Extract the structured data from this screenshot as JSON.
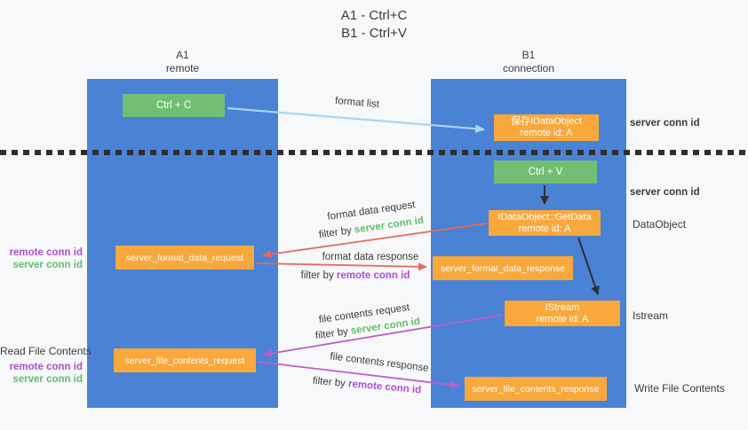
{
  "title": {
    "line1": "A1 - Ctrl+C",
    "line2": "B1 - Ctrl+V"
  },
  "columns": {
    "left": {
      "name": "A1",
      "subtitle": "remote"
    },
    "right": {
      "name": "B1",
      "subtitle": "connection"
    }
  },
  "nodes": {
    "ctrl_c": {
      "label": "Ctrl + C"
    },
    "save_dataobject": {
      "line1": "保存IDataObject",
      "line2": "remote id: A"
    },
    "ctrl_v": {
      "label": "Ctrl + V"
    },
    "getdata": {
      "line1": "IDataObject::GetData",
      "line2": "remote id: A"
    },
    "format_request": {
      "label": "server_format_data_request"
    },
    "format_response": {
      "label": "server_format_data_response"
    },
    "istream": {
      "line1": "IStream",
      "line2": "remote id: A"
    },
    "file_request": {
      "label": "server_file_contents_request"
    },
    "file_response": {
      "label": "server_file_contents_response"
    }
  },
  "arrow_labels": {
    "format_list": "format list",
    "format_data_request": "format data request",
    "format_data_response": "format data response",
    "file_contents_request": "file contents request",
    "file_contents_response": "file contents response",
    "filter_by": "filter by",
    "server_conn_id": "server conn id",
    "remote_conn_id": "remote conn id"
  },
  "side_labels": {
    "server_conn_id_top": "server conn id",
    "server_conn_id_mid": "server conn id",
    "dataobject": "DataObject",
    "istream": "Istream",
    "write_file_contents": "Write File Contents",
    "read_file_contents": "Read File Contents",
    "remote_conn_id": "remote conn id",
    "server_conn_id": "server conn id"
  },
  "colors": {
    "lane_blue": "#4a82d6",
    "box_green": "#72bf74",
    "box_orange": "#f9a83c",
    "arrow_light_blue": "#a9d5f5",
    "arrow_red": "#e8695e",
    "arrow_purple": "#bd5fc4",
    "arrow_black": "#2f2f2f",
    "text_green": "#64bd68",
    "text_purple": "#ab50d0",
    "text_dark": "#3b3b3b"
  }
}
